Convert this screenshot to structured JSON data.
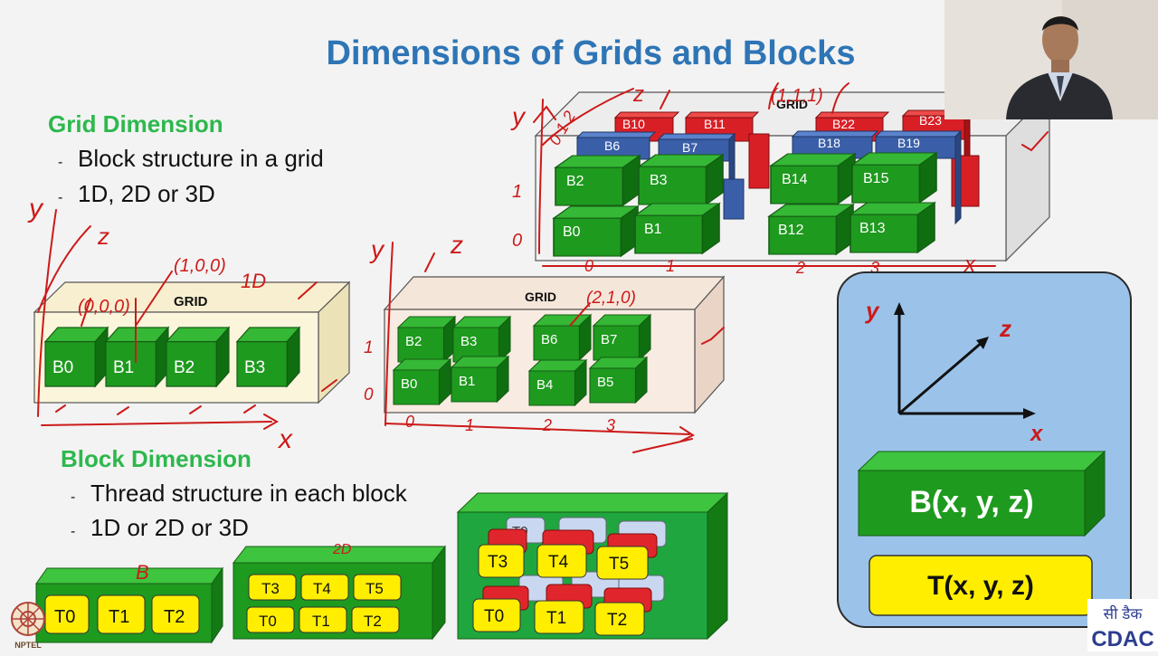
{
  "slide": {
    "title": "Dimensions of Grids and Blocks",
    "grid_section": {
      "heading": "Grid Dimension",
      "bullets": [
        "Block structure in a  grid",
        "1D, 2D or 3D"
      ]
    },
    "block_section": {
      "heading": "Block Dimension",
      "bullets": [
        "Thread structure in each block",
        "1D or 2D or 3D"
      ]
    }
  },
  "diagrams": {
    "grid_1d": {
      "label": "GRID",
      "blocks": [
        "B0",
        "B1",
        "B2",
        "B3"
      ]
    },
    "grid_2d": {
      "label": "GRID",
      "top_row": [
        "B2",
        "B3",
        "B6",
        "B7"
      ],
      "bottom_row": [
        "B0",
        "B1",
        "B4",
        "B5"
      ]
    },
    "grid_3d": {
      "label": "GRID",
      "red_row": [
        "B10",
        "B11",
        "B22",
        "B23"
      ],
      "blue_row": [
        "B6",
        "B7",
        "B18",
        "B19"
      ],
      "top_row": [
        "B2",
        "B3",
        "B14",
        "B15"
      ],
      "bottom_row": [
        "B0",
        "B1",
        "B12",
        "B13"
      ]
    },
    "block_1d": {
      "threads": [
        "T0",
        "T1",
        "T2"
      ]
    },
    "block_2d": {
      "top_row": [
        "T3",
        "T4",
        "T5"
      ],
      "bottom_row": [
        "T0",
        "T1",
        "T2"
      ]
    },
    "block_3d": {
      "top_row": [
        "T3",
        "T4",
        "T5"
      ],
      "bottom_row": [
        "T0",
        "T1",
        "T2"
      ],
      "back_label": "T0"
    }
  },
  "axes_panel": {
    "x_label": "x",
    "y_label": "y",
    "z_label": "z",
    "block_formula": "B(x, y, z)",
    "thread_formula": "T(x, y, z)"
  },
  "annotations": {
    "g1d_y": "y",
    "g1d_z": "z",
    "g1d_coord_a": "(0,0,0)",
    "g1d_coord_b": "(1,0,0)",
    "g1d_1d": "1D",
    "g1d_x": "x",
    "g2d_y": "y",
    "g2d_z": "z",
    "g2d_coord": "(2,1,0)",
    "g2d_row_labels": [
      "1",
      "0"
    ],
    "g2d_col_labels": [
      "0",
      "1",
      "2",
      "3"
    ],
    "g3d_y": "y",
    "g3d_z": "z",
    "g3d_coord": "(1,1,1)",
    "g3d_layer_labels": "0 1 2",
    "g3d_row_labels": [
      "1",
      "0"
    ],
    "g3d_col_labels": [
      "0",
      "1",
      "2",
      "3"
    ],
    "g3d_x": "x",
    "b1d_mark": "B",
    "b2d_mark": "2D"
  },
  "logos": {
    "left": "NPTEL",
    "right_top": "सी डैक",
    "right_bottom": "CDAC"
  },
  "colors": {
    "title": "#2e75b6",
    "heading": "#2db84d",
    "block_green": "#1e9a1e",
    "block_red": "#d91f26",
    "block_blue": "#3a5fa8",
    "thread_yellow": "#ffee00",
    "ink": "#cc1a1a"
  }
}
